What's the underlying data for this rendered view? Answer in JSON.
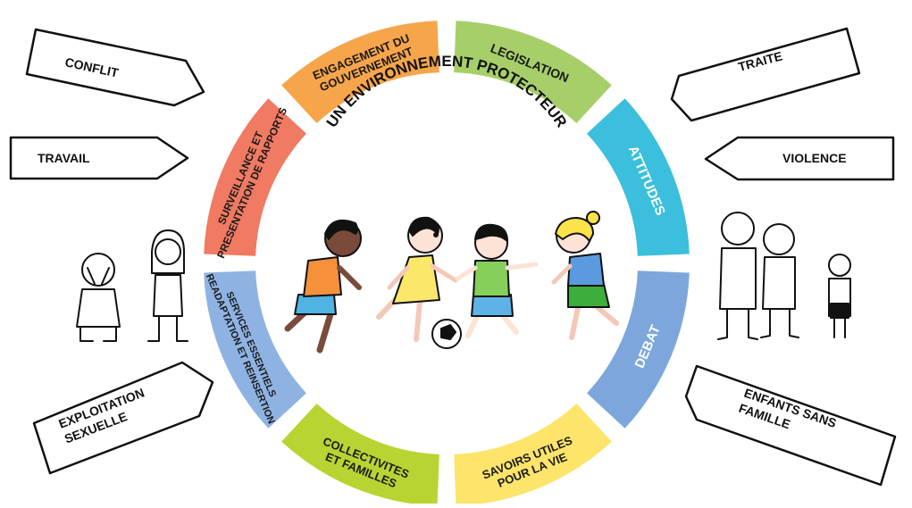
{
  "center_title": "UN ENVIRONNEMENT PROTECTEUR",
  "segments": [
    {
      "id": "legislation",
      "lines": [
        "LEGISLATION"
      ],
      "color": "#a6cf6a",
      "text_color": "#1a1a1a"
    },
    {
      "id": "attitudes",
      "lines": [
        "ATTITUDES"
      ],
      "color": "#3bbfdc",
      "text_color": "#ffffff"
    },
    {
      "id": "debat",
      "lines": [
        "DEBAT"
      ],
      "color": "#7da7dc",
      "text_color": "#ffffff"
    },
    {
      "id": "savoirs",
      "lines": [
        "SAVOIRS UTILES",
        "POUR LA VIE"
      ],
      "color": "#fde46a",
      "text_color": "#1a1a1a"
    },
    {
      "id": "collectivites",
      "lines": [
        "COLLECTIVITES",
        "ET FAMILLES"
      ],
      "color": "#b8d432",
      "text_color": "#1a1a1a"
    },
    {
      "id": "services",
      "lines": [
        "SERVICES ESSENTIELS",
        "READAPTATION ET REINSERTION"
      ],
      "color": "#8eb3e3",
      "text_color": "#1a1a1a"
    },
    {
      "id": "surveillance",
      "lines": [
        "SURVEILLANCE ET",
        "PRESENTATION DE RAPPORTS"
      ],
      "color": "#f07a62",
      "text_color": "#1a1a1a"
    },
    {
      "id": "engagement",
      "lines": [
        "ENGAGEMENT DU",
        "GOUVERNEMENT"
      ],
      "color": "#f6a54a",
      "text_color": "#1a1a1a"
    }
  ],
  "threats": {
    "conflit": [
      "CONFLIT"
    ],
    "travail": [
      "TRAVAIL"
    ],
    "exploitation": [
      "EXPLOITATION",
      "SEXUELLE"
    ],
    "traite": [
      "TRAITE"
    ],
    "violence": [
      "VIOLENCE"
    ],
    "enfants": [
      "ENFANTS SANS",
      "FAMILLE"
    ]
  }
}
